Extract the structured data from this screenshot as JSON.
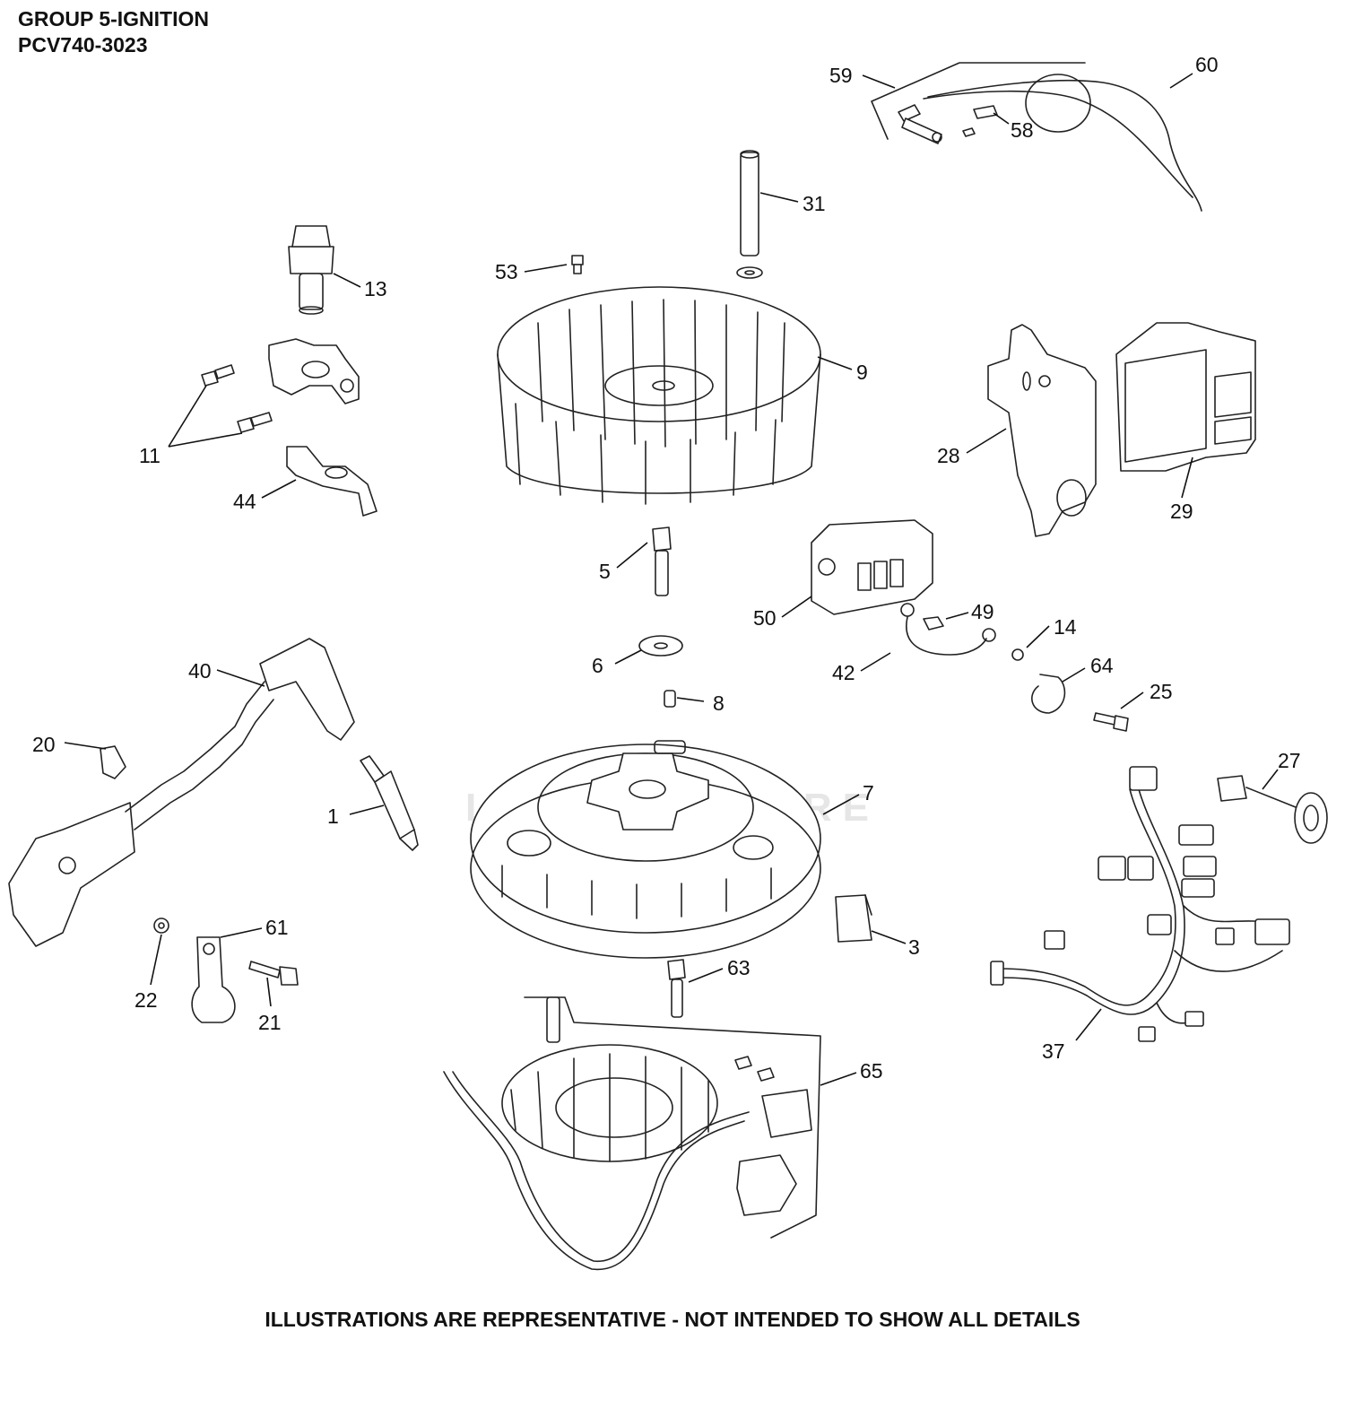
{
  "header": {
    "group_title": "GROUP 5-IGNITION",
    "model": "PCV740-3023"
  },
  "footer": {
    "note": "ILLUSTRATIONS ARE REPRESENTATIVE - NOT INTENDED TO SHOW ALL DETAILS"
  },
  "watermark": {
    "text": "LEADVENTURE"
  },
  "callouts": [
    {
      "id": "c1",
      "label": "1"
    },
    {
      "id": "c3",
      "label": "3"
    },
    {
      "id": "c5",
      "label": "5"
    },
    {
      "id": "c6",
      "label": "6"
    },
    {
      "id": "c7",
      "label": "7"
    },
    {
      "id": "c8",
      "label": "8"
    },
    {
      "id": "c9",
      "label": "9"
    },
    {
      "id": "c11",
      "label": "11"
    },
    {
      "id": "c13",
      "label": "13"
    },
    {
      "id": "c14",
      "label": "14"
    },
    {
      "id": "c20",
      "label": "20"
    },
    {
      "id": "c21",
      "label": "21"
    },
    {
      "id": "c22",
      "label": "22"
    },
    {
      "id": "c25",
      "label": "25"
    },
    {
      "id": "c27",
      "label": "27"
    },
    {
      "id": "c28",
      "label": "28"
    },
    {
      "id": "c29",
      "label": "29"
    },
    {
      "id": "c31",
      "label": "31"
    },
    {
      "id": "c37",
      "label": "37"
    },
    {
      "id": "c40",
      "label": "40"
    },
    {
      "id": "c42",
      "label": "42"
    },
    {
      "id": "c44",
      "label": "44"
    },
    {
      "id": "c49",
      "label": "49"
    },
    {
      "id": "c50",
      "label": "50"
    },
    {
      "id": "c53",
      "label": "53"
    },
    {
      "id": "c58",
      "label": "58"
    },
    {
      "id": "c59",
      "label": "59"
    },
    {
      "id": "c60",
      "label": "60"
    },
    {
      "id": "c61",
      "label": "61"
    },
    {
      "id": "c63",
      "label": "63"
    },
    {
      "id": "c64",
      "label": "64"
    },
    {
      "id": "c65",
      "label": "65"
    }
  ]
}
